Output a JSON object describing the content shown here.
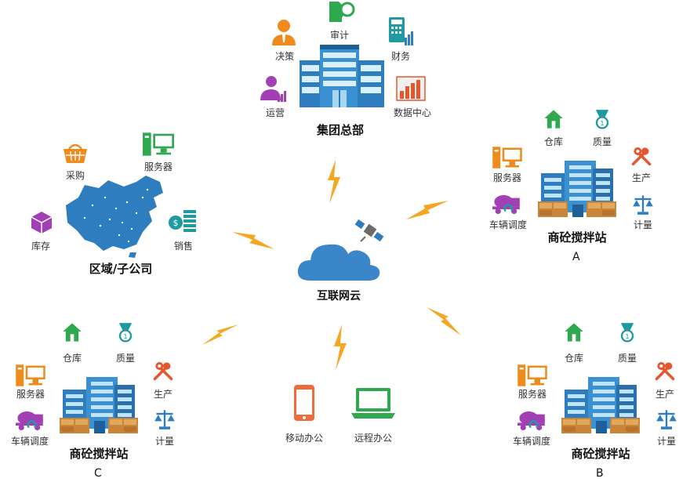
{
  "hq": {
    "title": "集团总部",
    "items": {
      "audit": "审计",
      "decision": "决策",
      "finance": "财务",
      "operation": "运营",
      "data_center": "数据中心"
    }
  },
  "cloud": {
    "label": "互联网云"
  },
  "regional": {
    "title": "区域/子公司",
    "items": {
      "purchase": "采购",
      "server": "服务器",
      "inventory": "库存",
      "sales": "销售"
    }
  },
  "stations": [
    {
      "title": "商砼搅拌站",
      "letter": "A",
      "warehouse": "仓库",
      "quality": "质量",
      "server": "服务器",
      "production": "生产",
      "dispatch": "车辆调度",
      "metering": "计量"
    },
    {
      "title": "商砼搅拌站",
      "letter": "B",
      "warehouse": "仓库",
      "quality": "质量",
      "server": "服务器",
      "production": "生产",
      "dispatch": "车辆调度",
      "metering": "计量"
    },
    {
      "title": "商砼搅拌站",
      "letter": "C",
      "warehouse": "仓库",
      "quality": "质量",
      "server": "服务器",
      "production": "生产",
      "dispatch": "车辆调度",
      "metering": "计量"
    }
  ],
  "mobile": {
    "mobile_office": "移动办公",
    "remote_office": "远程办公"
  },
  "colors": {
    "lightning": "#f5a623",
    "cloud": "#3a86c8",
    "green": "#2fa84f",
    "teal": "#1e9aa0",
    "orange": "#f08a1c",
    "purple": "#8e44ad",
    "building": "#2e7dbf"
  }
}
